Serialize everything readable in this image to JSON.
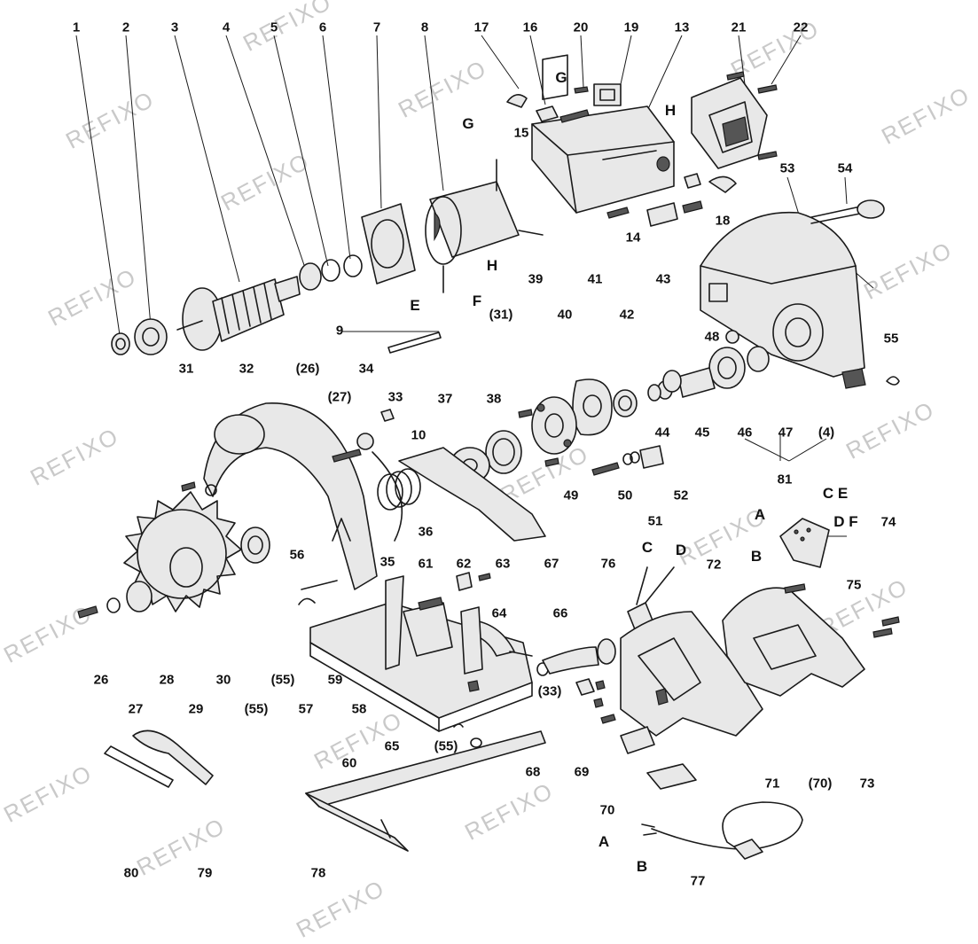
{
  "watermark": "REFIXO",
  "labels": [
    {
      "id": "1",
      "text": "1"
    },
    {
      "id": "2",
      "text": "2"
    },
    {
      "id": "3",
      "text": "3"
    },
    {
      "id": "4",
      "text": "4"
    },
    {
      "id": "5",
      "text": "5"
    },
    {
      "id": "6",
      "text": "6"
    },
    {
      "id": "7",
      "text": "7"
    },
    {
      "id": "8",
      "text": "8"
    },
    {
      "id": "17",
      "text": "17"
    },
    {
      "id": "16",
      "text": "16"
    },
    {
      "id": "20",
      "text": "20"
    },
    {
      "id": "19",
      "text": "19"
    },
    {
      "id": "13",
      "text": "13"
    },
    {
      "id": "21",
      "text": "21"
    },
    {
      "id": "22",
      "text": "22"
    },
    {
      "id": "G1",
      "text": "G"
    },
    {
      "id": "G2",
      "text": "G"
    },
    {
      "id": "15",
      "text": "15"
    },
    {
      "id": "H1",
      "text": "H"
    },
    {
      "id": "H2",
      "text": "H"
    },
    {
      "id": "53",
      "text": "53"
    },
    {
      "id": "54",
      "text": "54"
    },
    {
      "id": "18",
      "text": "18"
    },
    {
      "id": "14",
      "text": "14"
    },
    {
      "id": "E1",
      "text": "E"
    },
    {
      "id": "F1",
      "text": "F"
    },
    {
      "id": "9",
      "text": "9"
    },
    {
      "id": "39",
      "text": "39"
    },
    {
      "id": "41",
      "text": "41"
    },
    {
      "id": "43",
      "text": "43"
    },
    {
      "id": "31p",
      "text": "(31)"
    },
    {
      "id": "40",
      "text": "40"
    },
    {
      "id": "42",
      "text": "42"
    },
    {
      "id": "48",
      "text": "48"
    },
    {
      "id": "55a",
      "text": "55"
    },
    {
      "id": "31",
      "text": "31"
    },
    {
      "id": "32",
      "text": "32"
    },
    {
      "id": "26p",
      "text": "(26)"
    },
    {
      "id": "34",
      "text": "34"
    },
    {
      "id": "27p",
      "text": "(27)"
    },
    {
      "id": "33",
      "text": "33"
    },
    {
      "id": "10",
      "text": "10"
    },
    {
      "id": "37",
      "text": "37"
    },
    {
      "id": "38",
      "text": "38"
    },
    {
      "id": "44",
      "text": "44"
    },
    {
      "id": "45",
      "text": "45"
    },
    {
      "id": "46",
      "text": "46"
    },
    {
      "id": "47",
      "text": "47"
    },
    {
      "id": "4p",
      "text": "(4)"
    },
    {
      "id": "81",
      "text": "81"
    },
    {
      "id": "49",
      "text": "49"
    },
    {
      "id": "50",
      "text": "50"
    },
    {
      "id": "52",
      "text": "52"
    },
    {
      "id": "51",
      "text": "51"
    },
    {
      "id": "36",
      "text": "36"
    },
    {
      "id": "35",
      "text": "35"
    },
    {
      "id": "CE",
      "text": "C E"
    },
    {
      "id": "A1",
      "text": "A"
    },
    {
      "id": "DF",
      "text": "D F"
    },
    {
      "id": "74",
      "text": "74"
    },
    {
      "id": "B1",
      "text": "B"
    },
    {
      "id": "56",
      "text": "56"
    },
    {
      "id": "61",
      "text": "61"
    },
    {
      "id": "62",
      "text": "62"
    },
    {
      "id": "63",
      "text": "63"
    },
    {
      "id": "67",
      "text": "67"
    },
    {
      "id": "76",
      "text": "76"
    },
    {
      "id": "C1",
      "text": "C"
    },
    {
      "id": "D1",
      "text": "D"
    },
    {
      "id": "72",
      "text": "72"
    },
    {
      "id": "75",
      "text": "75"
    },
    {
      "id": "64",
      "text": "64"
    },
    {
      "id": "66",
      "text": "66"
    },
    {
      "id": "26",
      "text": "26"
    },
    {
      "id": "27",
      "text": "27"
    },
    {
      "id": "28",
      "text": "28"
    },
    {
      "id": "29",
      "text": "29"
    },
    {
      "id": "30",
      "text": "30"
    },
    {
      "id": "55p1",
      "text": "(55)"
    },
    {
      "id": "55p2",
      "text": "(55)"
    },
    {
      "id": "57",
      "text": "57"
    },
    {
      "id": "59",
      "text": "59"
    },
    {
      "id": "58",
      "text": "58"
    },
    {
      "id": "60",
      "text": "60"
    },
    {
      "id": "65",
      "text": "65"
    },
    {
      "id": "55p3",
      "text": "(55)"
    },
    {
      "id": "33p",
      "text": "(33)"
    },
    {
      "id": "68",
      "text": "68"
    },
    {
      "id": "69",
      "text": "69"
    },
    {
      "id": "70",
      "text": "70"
    },
    {
      "id": "71",
      "text": "71"
    },
    {
      "id": "70p",
      "text": "(70)"
    },
    {
      "id": "73",
      "text": "73"
    },
    {
      "id": "80",
      "text": "80"
    },
    {
      "id": "79",
      "text": "79"
    },
    {
      "id": "78",
      "text": "78"
    },
    {
      "id": "A2",
      "text": "A"
    },
    {
      "id": "B2",
      "text": "B"
    },
    {
      "id": "77",
      "text": "77"
    }
  ]
}
